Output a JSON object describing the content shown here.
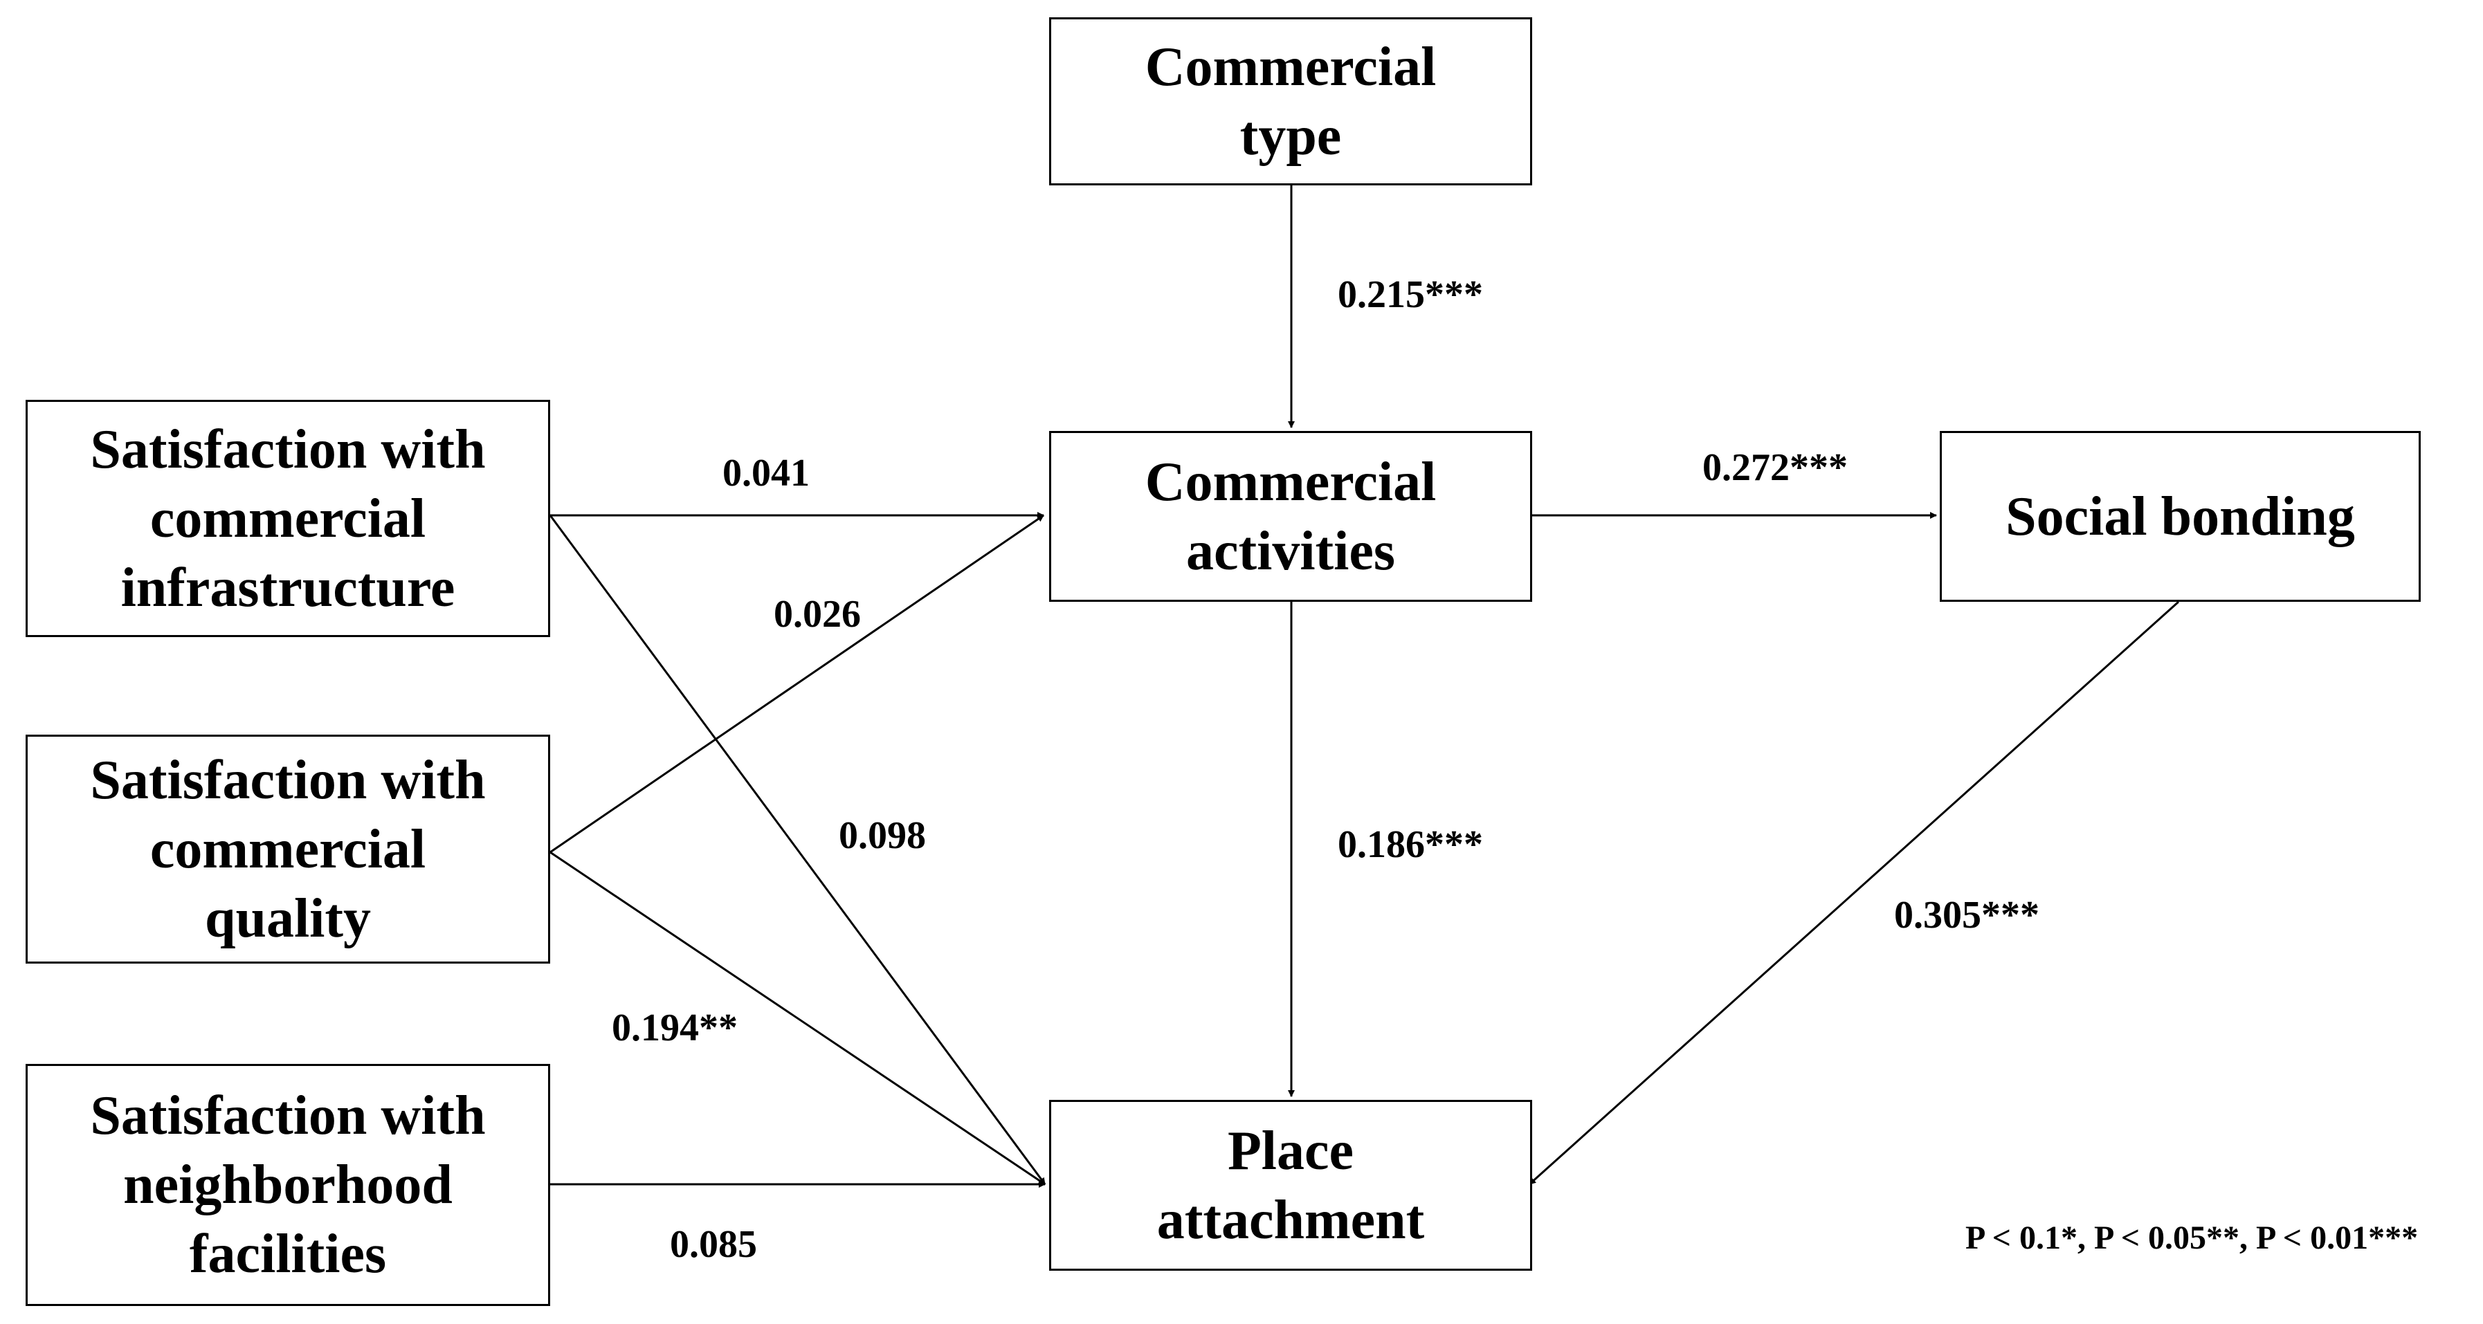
{
  "nodes": {
    "commercial_type": "Commercial\ntype",
    "commercial_activities": "Commercial\nactivities",
    "social_bonding": "Social bonding",
    "place_attachment": "Place\nattachment",
    "sat_infrastructure": "Satisfaction with\ncommercial\ninfrastructure",
    "sat_quality": "Satisfaction with\ncommercial\nquality",
    "sat_facilities": "Satisfaction with\nneighborhood\nfacilities"
  },
  "edges": {
    "type_to_activities": "0.215***",
    "infra_to_activities": "0.041",
    "quality_to_activities": "0.026",
    "activities_to_social": "0.272***",
    "infra_to_place": "0.098",
    "activities_to_place": "0.186***",
    "social_to_place": "0.305***",
    "quality_to_place": "0.194**",
    "facilities_to_place": "0.085"
  },
  "note": "P < 0.1*, P < 0.05**, P < 0.01***"
}
